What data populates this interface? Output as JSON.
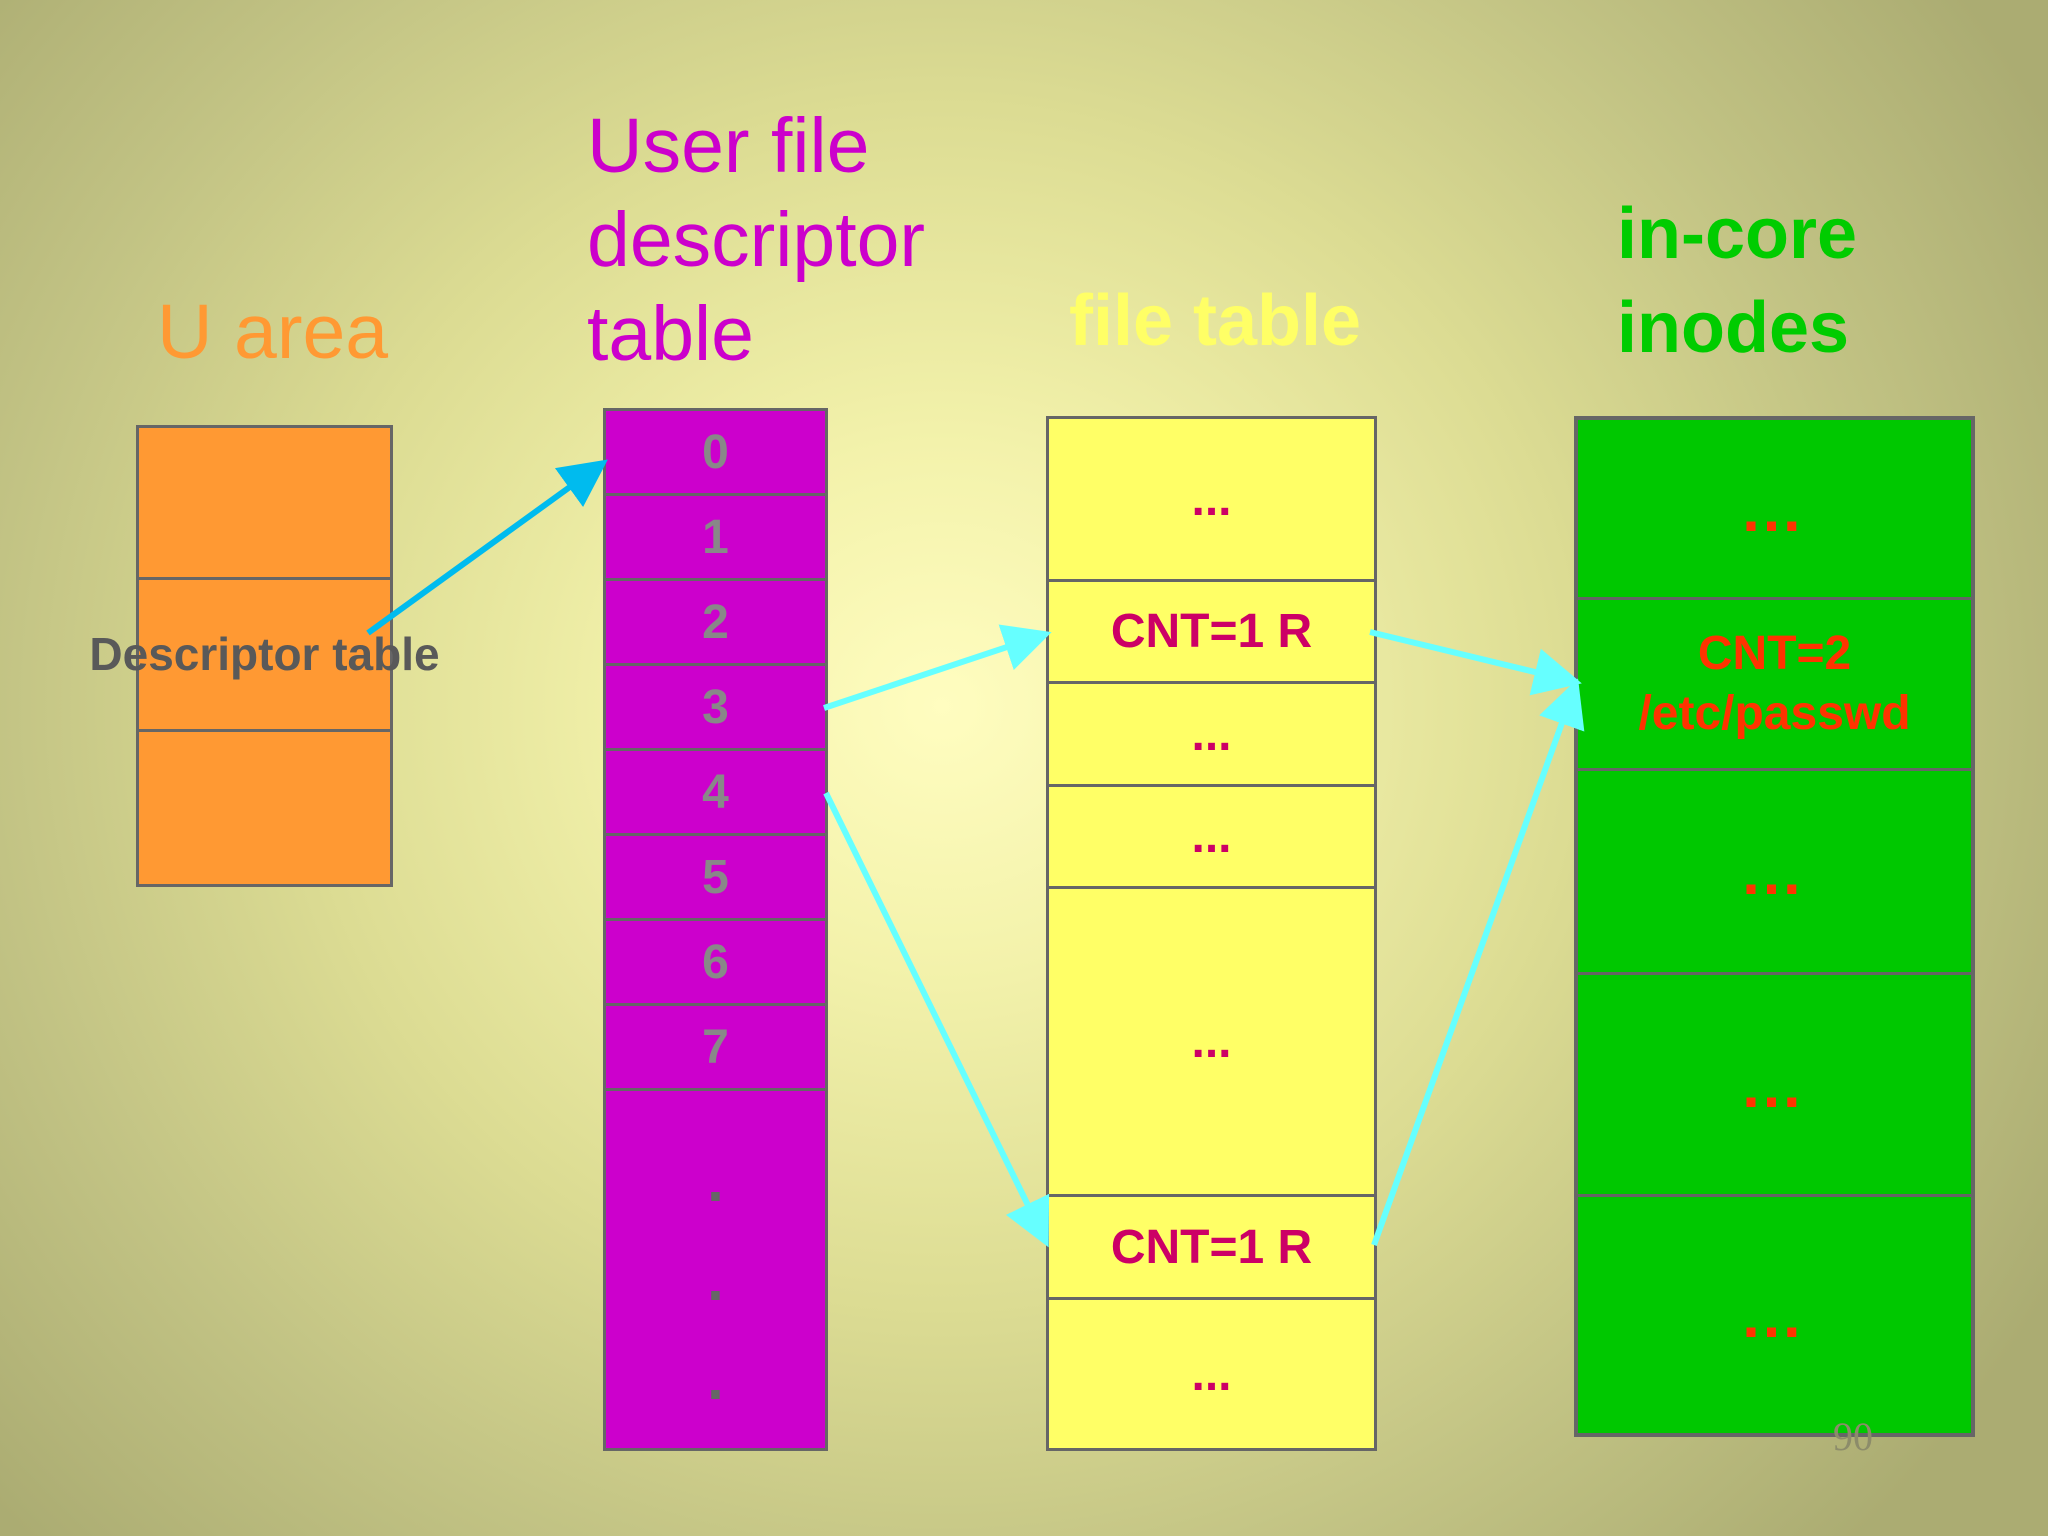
{
  "titles": {
    "u_area": "U area",
    "user_fd_table": [
      "User file",
      "descriptor",
      "table"
    ],
    "file_table": "file table",
    "inodes": [
      "in-core",
      "inodes"
    ]
  },
  "u_area": {
    "rows": [
      "",
      "Descriptor table",
      ""
    ]
  },
  "user_fd_table": {
    "rows": [
      "0",
      "1",
      "2",
      "3",
      "4",
      "5",
      "6",
      "7"
    ],
    "dots": [
      ".",
      ".",
      "."
    ]
  },
  "file_table": {
    "rows": [
      "...",
      "CNT=1 R",
      "...",
      "...",
      "...",
      "CNT=1 R",
      "..."
    ]
  },
  "inodes": {
    "rows": [
      [
        "…"
      ],
      [
        "CNT=2",
        "/etc/passwd"
      ],
      [
        "…"
      ],
      [
        "…"
      ],
      [
        "…"
      ]
    ]
  },
  "page_number": "90",
  "colors": {
    "u_area": "#ff9933",
    "user_fd_table": "#cc00cc",
    "file_table": "#ffff66",
    "inodes": "#00c800",
    "arrow_blue": "#00bbee",
    "arrow_cyan": "#66ffff"
  }
}
